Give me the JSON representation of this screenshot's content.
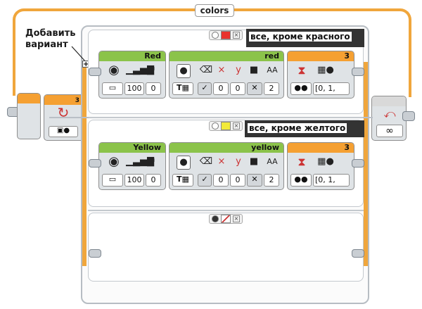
{
  "loop": {
    "label": "colors",
    "counter_value": "3",
    "infinity": "∞"
  },
  "callout": {
    "line1": "Добавить",
    "line2": "вариант",
    "plus": "+"
  },
  "cases": [
    {
      "title": "все, кроме красного",
      "swatch": "#e8322d",
      "sound_name": "Red",
      "sound_volume": "100",
      "sound_play_type": "0",
      "display_text": "red",
      "display_x": "0",
      "display_y": "0",
      "display_font": "2",
      "wait_port": "3",
      "wait_values": "[0, 1,"
    },
    {
      "title": "все, кроме желтого",
      "swatch": "#f2ea3a",
      "sound_name": "Yellow",
      "sound_volume": "100",
      "sound_play_type": "0",
      "display_text": "yellow",
      "display_x": "0",
      "display_y": "0",
      "display_font": "2",
      "wait_port": "3",
      "wait_values": "[0, 1,"
    }
  ],
  "colors": {
    "loop": "#f0a63c",
    "sound": "#8bc34a",
    "display": "#6f8fb2",
    "wait": "#f5a032"
  },
  "icons": {
    "sound": "speaker-icon",
    "volume": "volume-bars-icon",
    "play_type": "checkered-flag-icon",
    "file": "folder-icon",
    "display_mode": "text-icon",
    "eraser": "eraser-icon",
    "wait_timer": "hourglass-icon",
    "color_sensor": "color-sensor-icon",
    "loop_end": "loop-arrow-icon",
    "switch_mode": "sensor-switch-icon"
  }
}
